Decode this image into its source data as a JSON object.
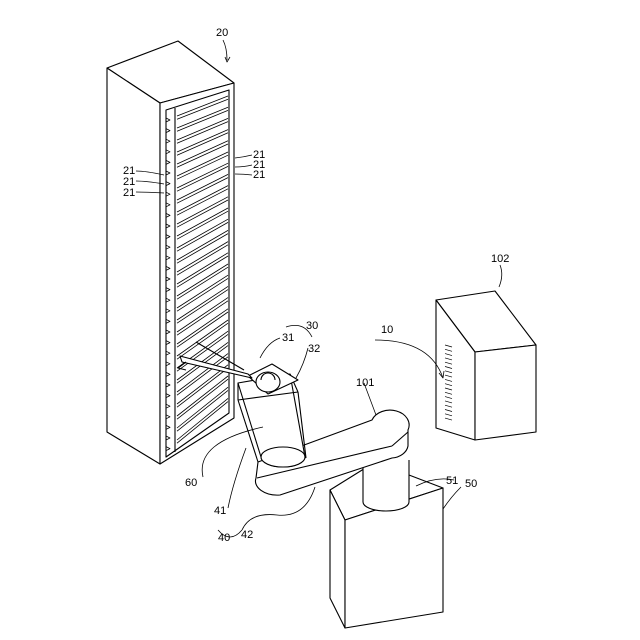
{
  "labels": {
    "cassette": "20",
    "slot_right_1": "21",
    "slot_right_2": "21",
    "slot_right_3": "21",
    "slot_left_1": "21",
    "slot_left_2": "21",
    "slot_left_3": "21",
    "hand_assembly": "30",
    "finger": "31",
    "wrist": "32",
    "device": "10",
    "chamber": "102",
    "robot": "101",
    "arm_joint": "60",
    "arm_lower": "41",
    "arm_upper": "42",
    "arm": "40",
    "column": "51",
    "base": "50"
  },
  "colors": {
    "line": "#000000",
    "background": "#ffffff"
  }
}
